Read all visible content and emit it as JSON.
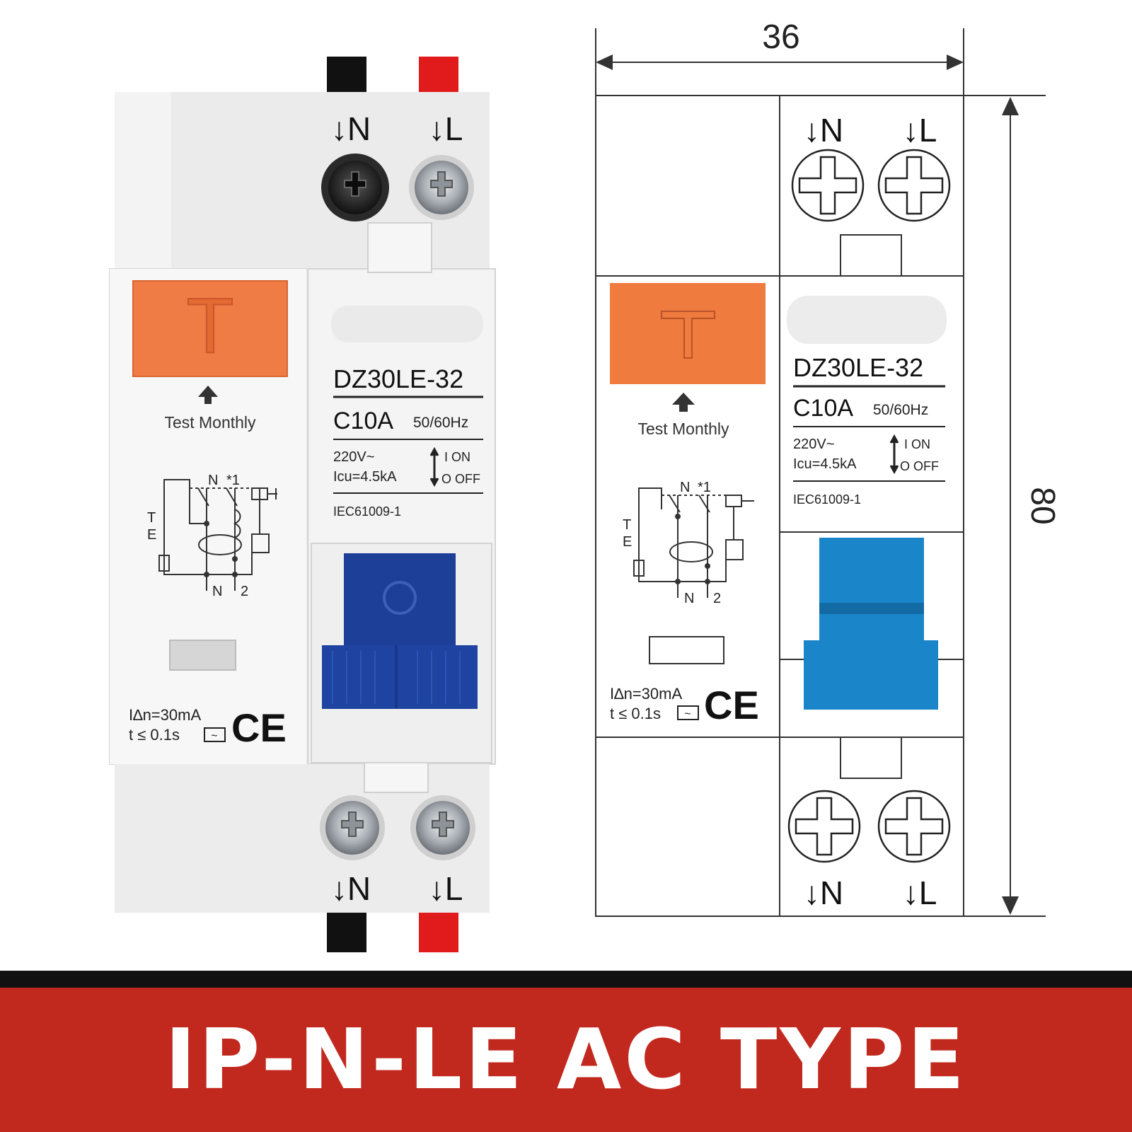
{
  "product": {
    "model": "DZ30LE-32",
    "rating": "C10A",
    "frequency": "50/60Hz",
    "voltage": "220V~",
    "icu": "Icu=4.5kA",
    "on_label": "I ON",
    "off_label": "O OFF",
    "standard": "IEC61009-1",
    "test_button_letter": "T",
    "test_label": "Test Monthly",
    "residual_current": "I∆n=30mA",
    "trip_time": "t ≤ 0.1s",
    "ce_mark": "CE",
    "terminal_neutral": "N",
    "terminal_line": "L",
    "schematic": {
      "n": "N",
      "star1": "*1",
      "t": "T",
      "e": "E",
      "n2": "N",
      "two": "2"
    }
  },
  "dimensions": {
    "width": "36",
    "height": "80"
  },
  "banner": {
    "text": "IP-N-LE  AC TYPE"
  },
  "colors": {
    "orange": "#f07c45",
    "blue_photo": "#1d3f97",
    "blue_drawing": "#1a86c9",
    "banner_red": "#c1291f",
    "wire_black": "#111111",
    "wire_red": "#e11b1b"
  }
}
